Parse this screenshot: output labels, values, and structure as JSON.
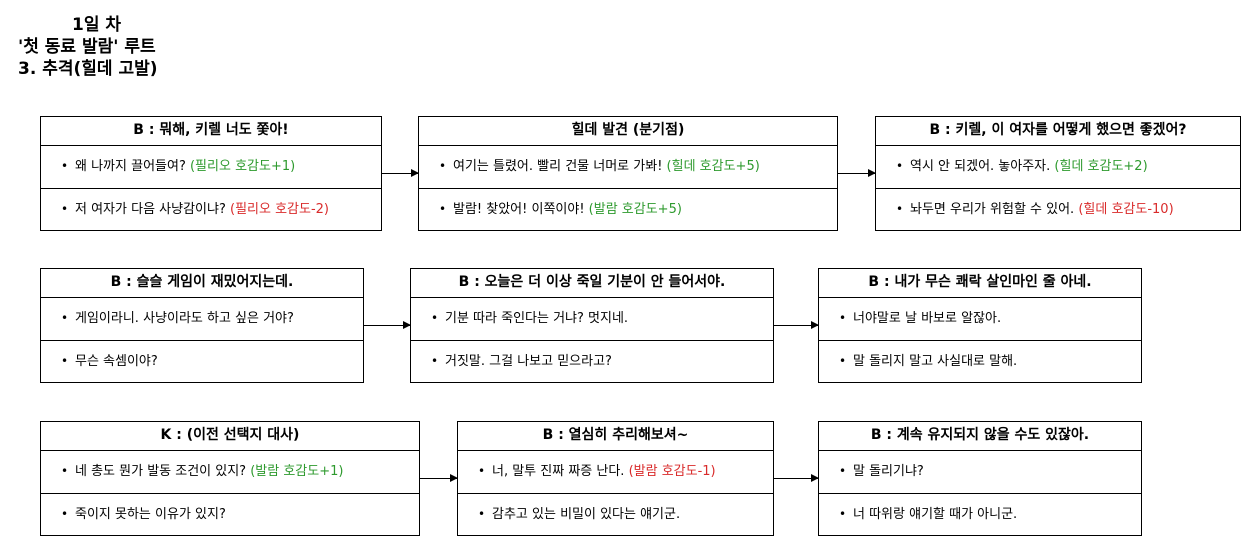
{
  "header": {
    "line1": "1일 차",
    "line2": "'첫 동료 발람' 루트",
    "line3": "3. 추격(힐데 고발)"
  },
  "rows": [
    [
      {
        "title": "B : 뭐해, 키렐 너도 쫓아!",
        "options": [
          {
            "text": "왜 나까지 끌어들여? ",
            "effect": "(필리오 호감도+1)",
            "effect_color": "green"
          },
          {
            "text": "저 여자가 다음 사냥감이냐? ",
            "effect": "(필리오 호감도-2)",
            "effect_color": "red"
          }
        ]
      },
      {
        "title": "힐데 발견 (분기점)",
        "options": [
          {
            "text": "여기는 틀렸어. 빨리 건물 너머로 가봐! ",
            "effect": "(힐데 호감도+5)",
            "effect_color": "green"
          },
          {
            "text": "발람! 찾았어! 이쪽이야! ",
            "effect": "(발람 호감도+5)",
            "effect_color": "green"
          }
        ]
      },
      {
        "title": "B : 키렐, 이 여자를 어떻게 했으면 좋겠어?",
        "options": [
          {
            "text": "역시 안 되겠어. 놓아주자. ",
            "effect": "(힐데 호감도+2)",
            "effect_color": "green"
          },
          {
            "text": "놔두면 우리가 위험할 수 있어. ",
            "effect": "(힐데 호감도-10)",
            "effect_color": "red"
          }
        ]
      }
    ],
    [
      {
        "title": "B : 슬슬 게임이 재밌어지는데.",
        "options": [
          {
            "text": "게임이라니. 사냥이라도 하고 싶은 거야?",
            "effect": "",
            "effect_color": ""
          },
          {
            "text": "무슨 속셈이야?",
            "effect": "",
            "effect_color": ""
          }
        ]
      },
      {
        "title": "B : 오늘은 더 이상 죽일 기분이 안 들어서야.",
        "options": [
          {
            "text": "기분 따라 죽인다는 거냐? 멋지네.",
            "effect": "",
            "effect_color": ""
          },
          {
            "text": "거짓말. 그걸 나보고 믿으라고?",
            "effect": "",
            "effect_color": ""
          }
        ]
      },
      {
        "title": "B : 내가 무슨 쾌락 살인마인 줄 아네.",
        "options": [
          {
            "text": "너야말로 날 바보로 알잖아.",
            "effect": "",
            "effect_color": ""
          },
          {
            "text": "말 돌리지 말고 사실대로 말해.",
            "effect": "",
            "effect_color": ""
          }
        ]
      }
    ],
    [
      {
        "title": "K : (이전 선택지 대사)",
        "options": [
          {
            "text": "네 총도 뭔가 발동 조건이 있지? ",
            "effect": "(발람 호감도+1)",
            "effect_color": "green"
          },
          {
            "text": "죽이지 못하는 이유가 있지?",
            "effect": "",
            "effect_color": ""
          }
        ]
      },
      {
        "title": "B : 열심히 추리해보셔~",
        "options": [
          {
            "text": "너, 말투 진짜 짜증 난다. ",
            "effect": "(발람 호감도-1)",
            "effect_color": "red"
          },
          {
            "text": "감추고 있는 비밀이 있다는 얘기군.",
            "effect": "",
            "effect_color": ""
          }
        ]
      },
      {
        "title": "B : 계속 유지되지 않을 수도 있잖아.",
        "options": [
          {
            "text": "말 돌리기냐?",
            "effect": "",
            "effect_color": ""
          },
          {
            "text": "너 따위랑 얘기할 때가 아니군.",
            "effect": "",
            "effect_color": ""
          }
        ]
      }
    ]
  ],
  "colors": {
    "effect_positive": "#2e9a2e",
    "effect_negative": "#d92b2b"
  }
}
